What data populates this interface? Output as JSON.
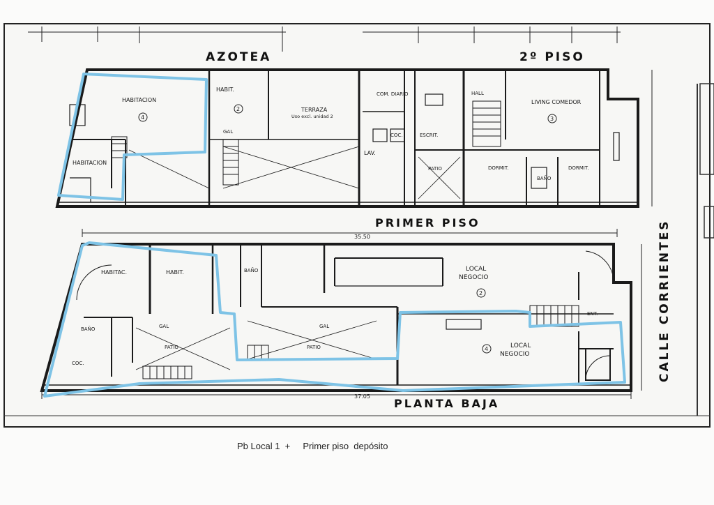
{
  "plan": {
    "sections": {
      "azotea": "AZOTEA",
      "segundo_piso": "2º PISO",
      "primer_piso": "PRIMER PISO",
      "planta_baja": "PLANTA BAJA",
      "street": "CALLE CORRIENTES"
    },
    "rooms_upper": {
      "habitacion_1": "HABITACION",
      "habitacion_2": "HABITACION",
      "habit": "HABIT.",
      "terraza": "TERRAZA",
      "terraza_sub": "Uso excl. unidad 2",
      "cocina_diario": "COM. DIARIO",
      "lav": "LAV.",
      "coc": "COC.",
      "escrit": "ESCRIT.",
      "patio": "PATIO",
      "hall": "HALL",
      "living": "LIVING COMEDOR",
      "dormit_1": "DORMIT.",
      "dormit_2": "DORMIT.",
      "bano": "BAÑO",
      "gal": "GAL",
      "unit_4": "4",
      "unit_2": "2",
      "unit_3": "3"
    },
    "rooms_lower": {
      "habitac": "HABITAC.",
      "habit": "HABIT.",
      "coc": "COC.",
      "bano_1": "BAÑO",
      "bano_2": "BAÑO",
      "gal_1": "GAL",
      "gal_2": "GAL",
      "patio_1": "PATIO",
      "patio_2": "PATIO",
      "local_1": "LOCAL",
      "negocio_1": "NEGOCIO",
      "local_2": "LOCAL",
      "negocio_2": "NEGOCIO",
      "ent": "ENT.",
      "unit_2": "2",
      "unit_4": "4"
    },
    "dimensions": {
      "top_total": "35.50",
      "bottom_total": "37.05"
    },
    "highlight_color": "#7ec3e6",
    "line_color": "#1a1a1a"
  },
  "caption": {
    "part1": "Pb Local 1  +",
    "part2": "Primer piso  depósito"
  }
}
